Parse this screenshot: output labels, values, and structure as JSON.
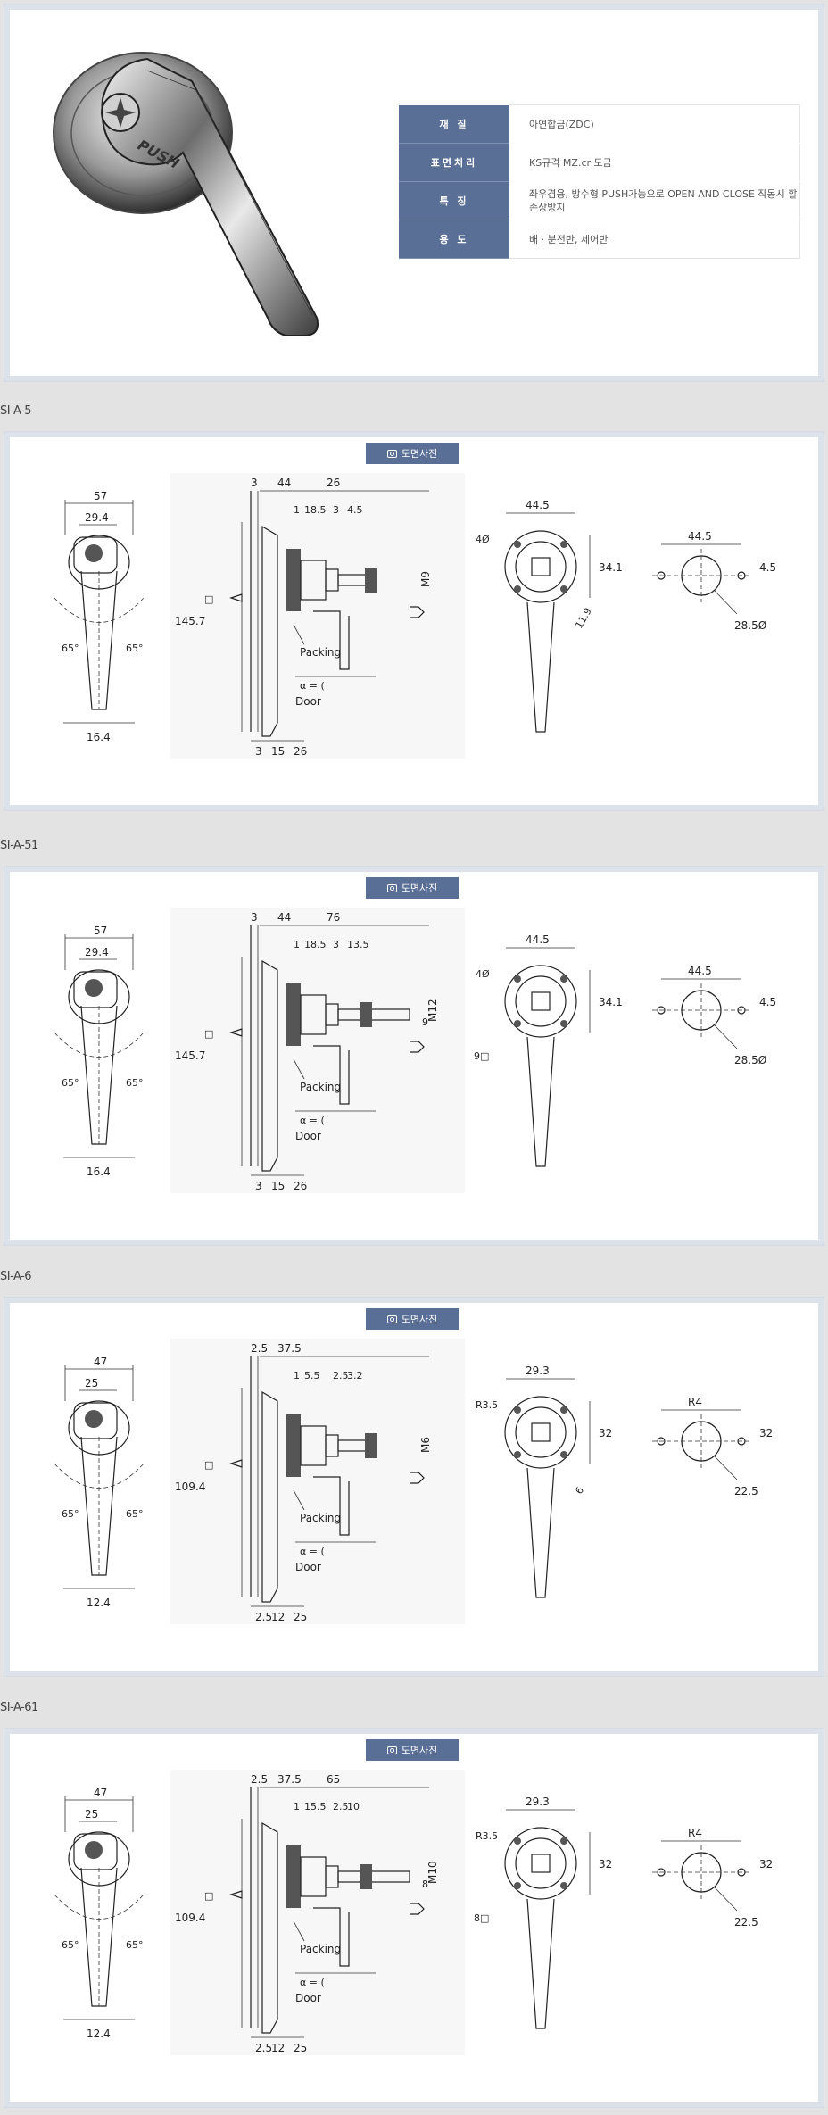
{
  "spec": [
    {
      "label": "재 질",
      "value": "아연합금(ZDC)"
    },
    {
      "label": "표면처리",
      "value": "KS규격 MZ.cr 도금"
    },
    {
      "label": "특 징",
      "value": "좌우겸용, 방수형 PUSH가능으로 OPEN AND CLOSE 작동시 할 손상방지"
    },
    {
      "label": "용 도",
      "value": "배 · 분전반, 제어반"
    }
  ],
  "handle_text": "PUSH",
  "badge_label": "도면사진",
  "models": [
    {
      "name": "SI-A-5",
      "front": {
        "w_top": "57",
        "w_mid": "29.4",
        "height": "145.7",
        "angle_l": "65°",
        "angle_r": "65°",
        "bottom": "16.4"
      },
      "side": {
        "d1": "3",
        "d2": "44",
        "d3": "26",
        "d4": "1",
        "d5": "18.5",
        "d6": "3",
        "d7": "4.5",
        "thread": "M9",
        "packing": "Packing",
        "door": "Door",
        "alpha": "α = (",
        "b1": "3",
        "b2": "15",
        "b3": "26",
        "sq": "□"
      },
      "rear": {
        "w": "44.5",
        "hole": "4Ø",
        "h": "34.1",
        "slot": "11.9",
        "sq": ""
      },
      "cut": {
        "w": "44.5",
        "hole": "4.5",
        "dia": "28.5Ø"
      }
    },
    {
      "name": "SI-A-51",
      "front": {
        "w_top": "57",
        "w_mid": "29.4",
        "height": "145.7",
        "angle_l": "65°",
        "angle_r": "65°",
        "bottom": "16.4"
      },
      "side": {
        "d1": "3",
        "d2": "44",
        "d3": "76",
        "d4": "1",
        "d5": "18.5",
        "d6": "3",
        "d7": "13.5",
        "thread": "M12",
        "extra": "9",
        "packing": "Packing",
        "door": "Door",
        "alpha": "α = (",
        "b1": "3",
        "b2": "15",
        "b3": "26",
        "sq": "□"
      },
      "rear": {
        "w": "44.5",
        "hole": "4Ø",
        "h": "34.1",
        "slot": "",
        "sq": "9□"
      },
      "cut": {
        "w": "44.5",
        "hole": "4.5",
        "dia": "28.5Ø"
      }
    },
    {
      "name": "SI-A-6",
      "front": {
        "w_top": "47",
        "w_mid": "25",
        "height": "109.4",
        "angle_l": "65°",
        "angle_r": "65°",
        "bottom": "12.4"
      },
      "side": {
        "d1": "2.5",
        "d2": "37.5",
        "d3": "",
        "d4": "1",
        "d5": "5.5",
        "d6": "2.5",
        "d7": "3.2",
        "thread": "M6",
        "packing": "Packing",
        "door": "Door",
        "alpha": "α = (",
        "b1": "2.5",
        "b2": "12",
        "b3": "25",
        "sq": "□"
      },
      "rear": {
        "w": "29.3",
        "hole": "R3.5",
        "h": "32",
        "slot": "6",
        "sq": ""
      },
      "cut": {
        "w": "R4",
        "hole": "32",
        "dia": "22.5"
      }
    },
    {
      "name": "SI-A-61",
      "front": {
        "w_top": "47",
        "w_mid": "25",
        "height": "109.4",
        "angle_l": "65°",
        "angle_r": "65°",
        "bottom": "12.4"
      },
      "side": {
        "d1": "2.5",
        "d2": "37.5",
        "d3": "65",
        "d4": "1",
        "d5": "15.5",
        "d6": "2.5",
        "d7": "10",
        "thread": "M10",
        "extra": "8",
        "packing": "Packing",
        "door": "Door",
        "alpha": "α = (",
        "b1": "2.5",
        "b2": "12",
        "b3": "25",
        "sq": "□"
      },
      "rear": {
        "w": "29.3",
        "hole": "R3.5",
        "h": "32",
        "slot": "",
        "sq": "8□"
      },
      "cut": {
        "w": "R4",
        "hole": "32",
        "dia": "22.5"
      }
    }
  ]
}
